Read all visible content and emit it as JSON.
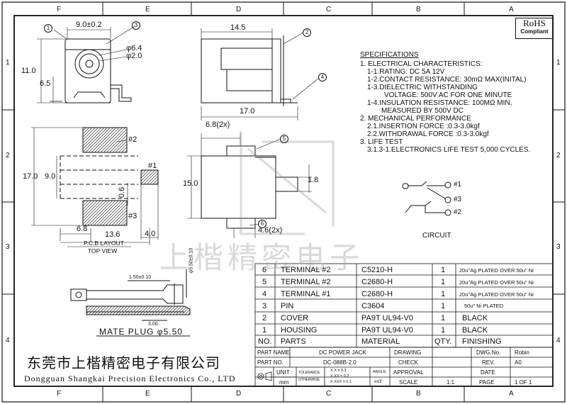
{
  "border": {
    "top_cols": [
      "F",
      "E",
      "D",
      "C",
      "B",
      "A"
    ],
    "bottom_cols": [
      "F",
      "E",
      "D",
      "C",
      "B",
      "A"
    ],
    "rows": [
      "1",
      "2",
      "3",
      "4"
    ]
  },
  "rohs": {
    "line1": "RoHS",
    "line2": "Compliant"
  },
  "watermark": "上楷精密电子",
  "dims": {
    "w9": "9.0±0.2",
    "d64": "φ6.4",
    "d20": "φ2.0",
    "h11": "11.0",
    "h65": "6.5",
    "w145": "14.5",
    "w170": "17.0",
    "pcb_h17": "17.0",
    "pcb_h9": "9.0",
    "pcb_68": "6.8",
    "pcb_136": "13.6",
    "pcb_06": "0.6",
    "pcb_40": "4.0",
    "side_68": "6.8(2x)",
    "side_15": "15.0",
    "side_18": "1.8",
    "side_46": "4.6(2x)",
    "plug_150": "1.50±0.10",
    "plug_300": "3.00",
    "plug_050": "φ5.50±0.10"
  },
  "callouts": {
    "c1": "1",
    "c2": "2",
    "c3": "3",
    "c4": "4",
    "c5": "5",
    "c6": "6"
  },
  "pins": {
    "p2": "#2",
    "p1": "#1",
    "p3": "#3"
  },
  "pcb": {
    "title": "P.C.B LAYOUT",
    "subtitle": "TOP VIEW"
  },
  "plug": {
    "title": "MATE PLUG φ5.50"
  },
  "specifications": {
    "title": "SPECIFICATIONS",
    "lines": [
      "1. ELECTRICAL CHARACTERISTICS:",
      "1-1.RATING: DC 5A 12V",
      "1-2.CONTACT RESISTANCE: 30mΩ MAX(INITAL)",
      "1-3.DIELECTRIC WITHSTANDING",
      "VOLTAGE: 500V AC FOR ONE MINUTE",
      "1-4.INSULATION RESISTANCE: 100MΩ MIN,",
      "MEASURED BY 500V DC",
      "2. MECHANICAL PERFORMANCE",
      "2.1.INSERTION FORCE :0.3-3.0kgf",
      "2.2.WITHDRAWAL FORCE :0.3-3.0kgf",
      "3. LIFE TEST",
      "3.1.3-1.ELECTRONICS LIFE TEST 5,000 CYCLES."
    ]
  },
  "circuit": {
    "label": "CIRCUIT",
    "pin1": "#1",
    "pin3": "#3",
    "pin2": "#2"
  },
  "bom": {
    "rows": [
      {
        "no": "6",
        "part": "TERMINAL #2",
        "material": "C5210-H",
        "qty": "1",
        "finish": "20u\"Ag PLATED OVER 50u\" Ni"
      },
      {
        "no": "5",
        "part": "TERMINAL #2",
        "material": "C2680-H",
        "qty": "1",
        "finish": "20u\"Ag PLATED OVER 50u\" Ni"
      },
      {
        "no": "4",
        "part": "TERMINAL #1",
        "material": "C2680-H",
        "qty": "1",
        "finish": "20u\"Ag PLATED OVER 50u\" Ni"
      },
      {
        "no": "3",
        "part": "PIN",
        "material": "C3604",
        "qty": "1",
        "finish": "50u\" Ni PLATED"
      },
      {
        "no": "2",
        "part": "COVER",
        "material": "PA9T UL94-V0",
        "qty": "1",
        "finish": "BLACK"
      },
      {
        "no": "1",
        "part": "HOUSING",
        "material": "PA9T UL94-V0",
        "qty": "1",
        "finish": "BLACK"
      }
    ],
    "header": {
      "no": "NO.",
      "part": "PARTS",
      "material": "MATERIAL",
      "qty": "QTY.",
      "finish": "FINISHING"
    }
  },
  "title_block": {
    "part_name_label": "PART NAME",
    "part_name": "DC POWER JACK",
    "part_no_label": "PART NO.",
    "part_no": "DC-088B-2.0",
    "unit_label": "UNIT :",
    "unit": "mm",
    "tolerance_label": "TOLERANCE",
    "otherwise_label": "OTHERWISE",
    "tol1": "X.X ± 0.3",
    "tol2": "X.XX ± 0.2",
    "tol3": "X.XXX ± 0.1",
    "angle_label": "ANGLE",
    "angle": "σ±3'",
    "drawing": "DRAWING",
    "check": "CHECK",
    "approval": "APPROVAL",
    "scale_label": "SCALE",
    "scale": "1:1",
    "dwg_no_label": "DWG.No.",
    "dwg_no": "Robin",
    "rev_label": "REV.",
    "rev": "A0",
    "date_label": "DATE",
    "date": "",
    "page_label": "PAGE",
    "page": "1 OF 1"
  },
  "company": {
    "cn": "东莞市上楷精密电子有限公司",
    "en": "Dongguan Shangkai Precision Electronics Co., LTD"
  }
}
